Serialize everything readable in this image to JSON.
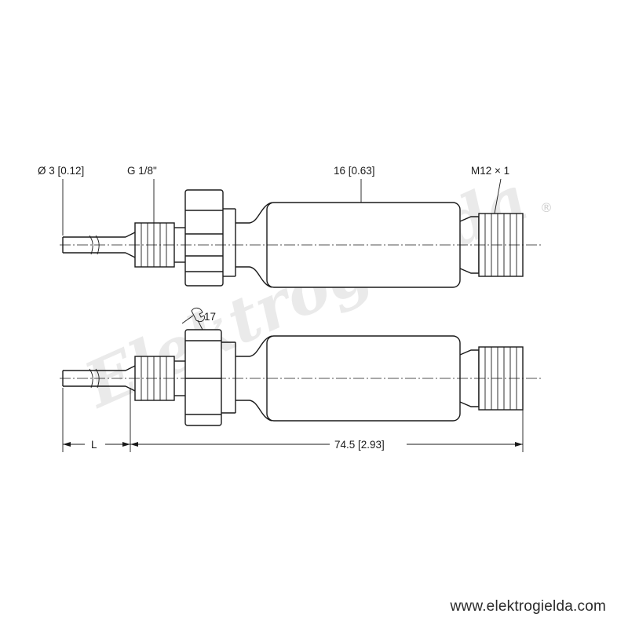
{
  "labels": {
    "probe_diameter": "Ø 3 [0.12]",
    "thread": "G 1/8\"",
    "body_diameter": "16 [0.63]",
    "connector_thread": "M12 × 1",
    "wrench_size": "17",
    "length_var": "L",
    "overall_length": "74.5 [2.93]"
  },
  "watermark": {
    "text": "Elektrogielda",
    "registered": "®"
  },
  "footer": {
    "url": "www.elektrogielda.com"
  },
  "icons": {
    "wrench": "wrench-icon"
  }
}
